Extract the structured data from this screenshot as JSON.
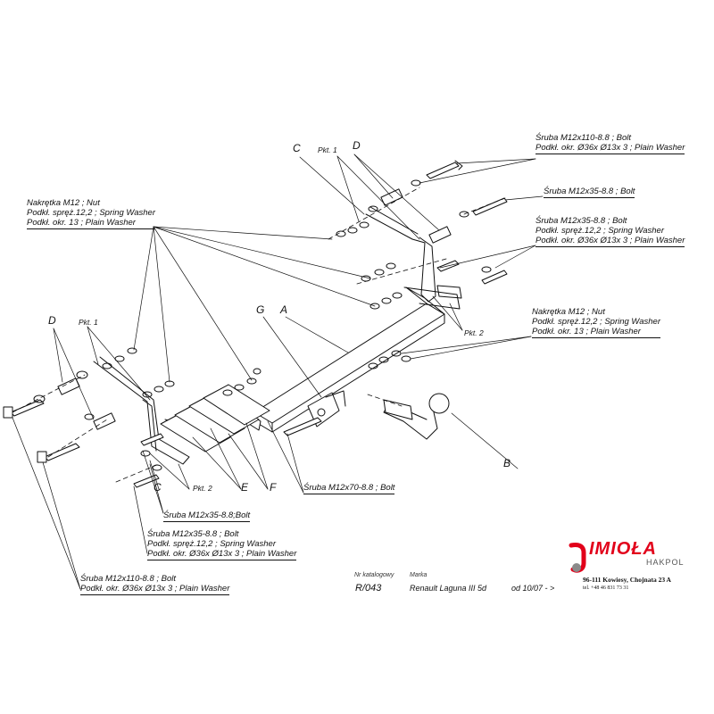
{
  "colors": {
    "logo_red": "#e2001a",
    "logo_grey": "#8a8a8a",
    "line": "#111111"
  },
  "labels": {
    "nut_group_top": {
      "l1": "Nakrętka  M12 ; Nut",
      "l2": "Podkł. spręż.12,2 ; Spring Washer",
      "l3": "Podkł. okr. 13 ; Plain Washer"
    },
    "bolt_top_right_1": {
      "l1": "Śruba M12x110-8.8 ;  Bolt",
      "l2": "Podkł. okr.  Ø36x Ø13x 3 ; Plain Washer"
    },
    "bolt_top_right_2": {
      "l1": "Śruba M12x35-8.8 ;  Bolt"
    },
    "bolt_top_right_3": {
      "l1": "Śruba M12x35-8.8 ;  Bolt",
      "l2": "Podkł. spręż.12,2 ; Spring Washer",
      "l3": "Podkł. okr.  Ø36x Ø13x 3 ; Plain Washer"
    },
    "nut_group_right": {
      "l1": "Nakrętka  M12 ; Nut",
      "l2": "Podkł. spręż.12,2 ; Spring Washer",
      "l3": "Podkł. okr. 13 ; Plain Washer"
    },
    "bolt_center": {
      "l1": "Śruba M12x70-8.8 ;  Bolt"
    },
    "bolt_bottom_1": {
      "l1": "Śruba M12x35-8.8;Bolt"
    },
    "bolt_bottom_2": {
      "l1": "Śruba M12x35-8.8 ;  Bolt",
      "l2": "Podkł. spręż.12,2 ; Spring Washer",
      "l3": "Podkł. okr.  Ø36x Ø13x 3 ; Plain Washer"
    },
    "bolt_bottom_3": {
      "l1": "Śruba M12x110-8.8 ;  Bolt",
      "l2": "Podkł. okr.  Ø36x Ø13x 3 ; Plain Washer"
    }
  },
  "part_letters": {
    "C_top": "C",
    "D_top": "D",
    "D_left": "D",
    "G": "G",
    "A": "A",
    "B": "B",
    "C_bottom": "C",
    "E": "E",
    "F": "F"
  },
  "pkt_labels": {
    "pkt1_top": "Pkt. 1",
    "pkt1_left": "Pkt. 1",
    "pkt2_right": "Pkt. 2",
    "pkt2_bottom": "Pkt. 2"
  },
  "title_block": {
    "catalog_caption": "Nr katalogowy",
    "catalog_number": "R/043",
    "make_caption": "Marka",
    "vehicle": "Renault Laguna III 5d",
    "from_date": "od  10/07 - >"
  },
  "company": {
    "logo_text": "IMIOŁA",
    "logo_sub": "HAKPOL",
    "address": "96-111 Kowiesy, Chojnata 23 A",
    "phone": "tel. +48 46 831 73 31"
  }
}
